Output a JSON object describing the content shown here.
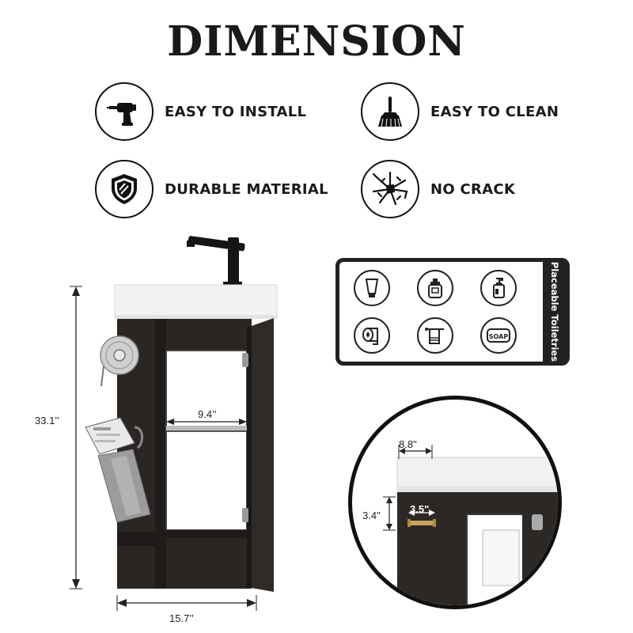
{
  "title": "DIMENSION",
  "features": [
    {
      "label": "EASY TO INSTALL",
      "icon": "drill-icon"
    },
    {
      "label": "EASY TO CLEAN",
      "icon": "brush-icon"
    },
    {
      "label": "DURABLE MATERIAL",
      "icon": "shield-icon"
    },
    {
      "label": "NO CRACK",
      "icon": "cracked-icon"
    }
  ],
  "toiletries": {
    "title": "Placeable Toiletries",
    "icons": [
      "lotion-tube-icon",
      "soap-dispenser-icon",
      "pump-bottle-icon",
      "toilet-roll-icon",
      "towel-icon",
      "soap-bar-icon"
    ],
    "soap_text": "SOAP"
  },
  "dimensions": {
    "height": "33.1’’",
    "width": "15.7’’",
    "inner_width": "9.4’’",
    "top_thickness_width": "8.8\"",
    "top_thickness_height": "3.4\"",
    "handle_width": "3.5\""
  },
  "colors": {
    "wood": "#2a2624",
    "basin": "#f2f2f2",
    "ink": "#111111"
  }
}
